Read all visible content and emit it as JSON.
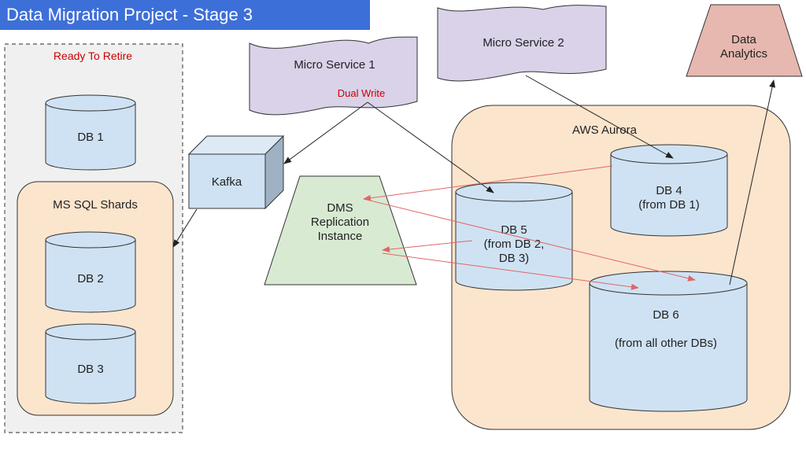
{
  "title": "Data Migration Project - Stage 3",
  "ready_to_retire": {
    "label": "Ready To Retire",
    "db1": "DB 1",
    "ms_sql": {
      "label": "MS SQL Shards",
      "db2": "DB 2",
      "db3": "DB 3"
    }
  },
  "kafka": "Kafka",
  "dms": [
    "DMS",
    "Replication",
    "Instance"
  ],
  "micro_service_1": "Micro Service 1",
  "dual_write": "Dual Write",
  "micro_service_2": "Micro Service 2",
  "aws_aurora": {
    "label": "AWS Aurora",
    "db4": [
      "DB 4",
      "(from DB 1)"
    ],
    "db5": [
      "DB 5",
      "(from DB 2,",
      "DB 3)"
    ],
    "db6": [
      "DB 6",
      "(from all other DBs)"
    ]
  },
  "data_analytics": [
    "Data",
    "Analytics"
  ],
  "colors": {
    "title_bg": "#3d6fd8",
    "retire_bg": "#f0f0f0",
    "peach": "#fce5cd",
    "cylinder": "#cfe2f3",
    "kafka": "#cfe2f3",
    "dms": "#d9ead3",
    "micro_service": "#d9d2e9",
    "analytics": "#e6b8af",
    "red_text": "#cc0000",
    "red_arrow": "#e06666"
  }
}
